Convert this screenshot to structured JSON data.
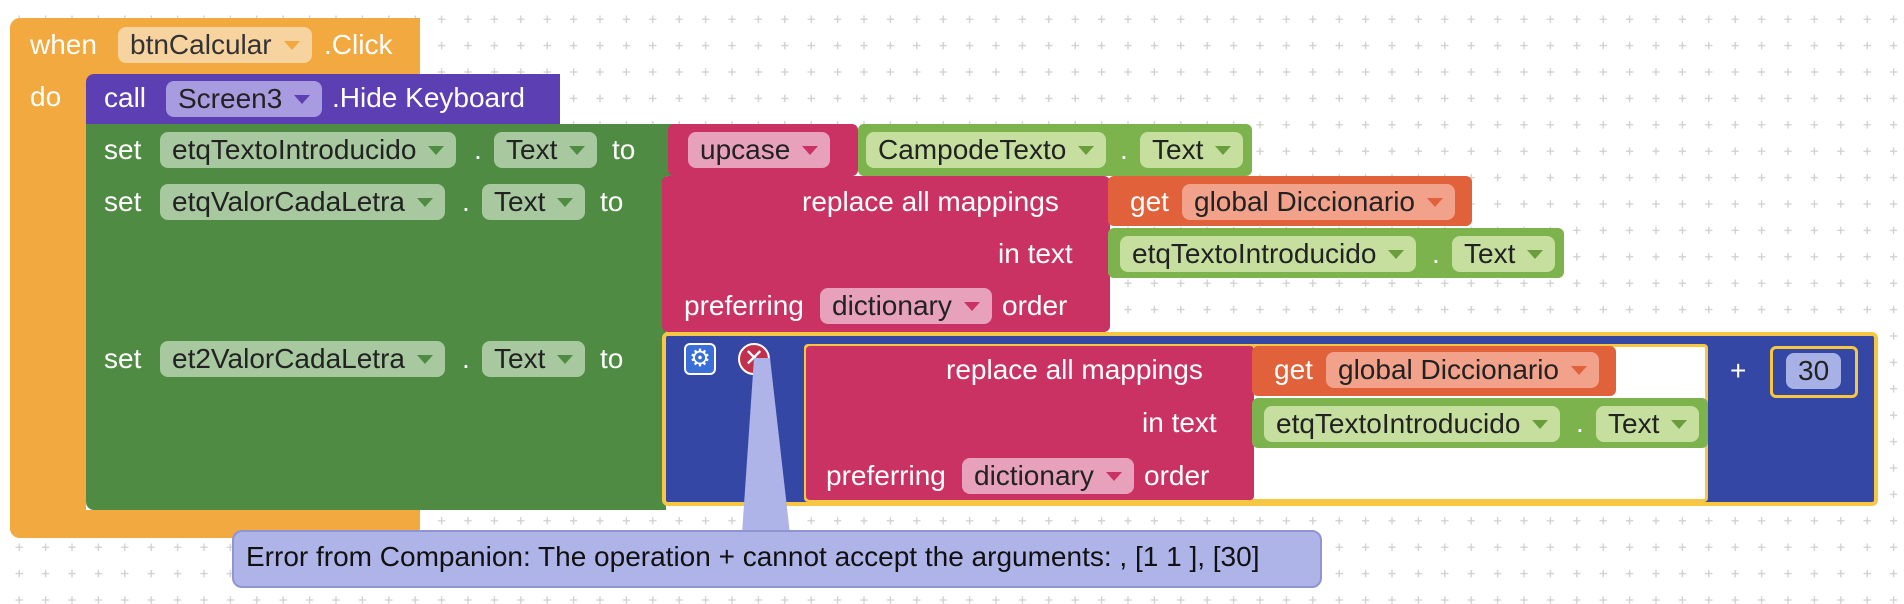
{
  "event": {
    "when_label": "when",
    "component": "btnCalcular",
    "event_name": ".Click",
    "do_label": "do"
  },
  "call_block": {
    "call_label": "call",
    "component": "Screen3",
    "method": ".Hide Keyboard"
  },
  "set1": {
    "set_label": "set",
    "component": "etqTextoIntroducido",
    "dot": ".",
    "property": "Text",
    "to_label": "to",
    "fn": "upcase",
    "src_component": "CampodeTexto",
    "src_dot": ".",
    "src_property": "Text"
  },
  "set2": {
    "set_label": "set",
    "component": "etqValorCadaLetra",
    "dot": ".",
    "property": "Text",
    "to_label": "to",
    "replace_label": "replace all mappings",
    "get_label": "get",
    "var_name": "global Diccionario",
    "in_text_label": "in text",
    "in_component": "etqTextoIntroducido",
    "in_dot": ".",
    "in_property": "Text",
    "preferring_label": "preferring",
    "order_value": "dictionary",
    "order_label": "order"
  },
  "set3": {
    "set_label": "set",
    "component": "et2ValorCadaLetra",
    "dot": ".",
    "property": "Text",
    "to_label": "to",
    "gear_icon": "gear-icon",
    "error_icon": "error-icon",
    "replace_label": "replace all mappings",
    "get_label": "get",
    "var_name": "global Diccionario",
    "in_text_label": "in text",
    "in_component": "etqTextoIntroducido",
    "in_dot": ".",
    "in_property": "Text",
    "preferring_label": "preferring",
    "order_value": "dictionary",
    "order_label": "order",
    "plus_label": "+",
    "number": "30"
  },
  "error_bubble": {
    "text": "Error from Companion: The operation + cannot accept the arguments: , [1 1 ], [30]"
  },
  "colors": {
    "event": "#f2a93f",
    "call": "#5b3fb3",
    "setter": "#4f8b42",
    "getter": "#7db34c",
    "text_fn": "#c93263",
    "variable": "#e0613a",
    "math": "#3547a5",
    "highlight": "#f7c744"
  }
}
